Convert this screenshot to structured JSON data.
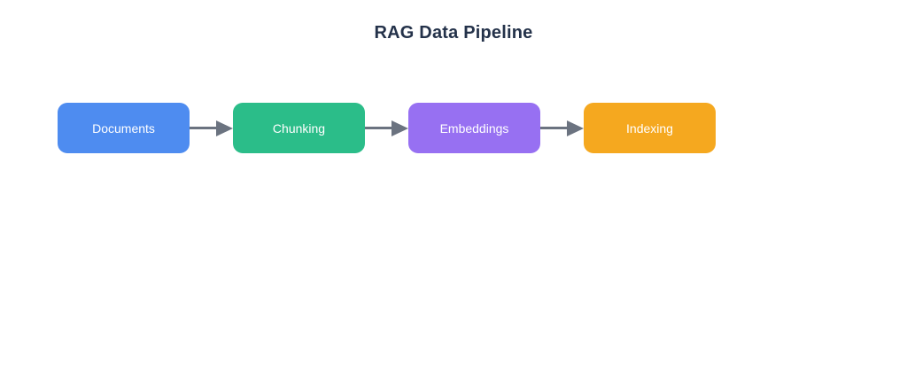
{
  "page": {
    "background_color": "#ffffff"
  },
  "title": {
    "text": "RAG Data Pipeline",
    "color": "#24324a"
  },
  "diagram": {
    "type": "flowchart-horizontal",
    "node_text_color": "#ffffff",
    "arrow_color": "#6b7380",
    "nodes": [
      {
        "label": "Documents",
        "color": "#4e8cf0"
      },
      {
        "label": "Chunking",
        "color": "#2bbd89"
      },
      {
        "label": "Embeddings",
        "color": "#9770f2"
      },
      {
        "label": "Indexing",
        "color": "#f5a81f"
      }
    ],
    "edges": [
      {
        "from": "Documents",
        "to": "Chunking"
      },
      {
        "from": "Chunking",
        "to": "Embeddings"
      },
      {
        "from": "Embeddings",
        "to": "Indexing"
      }
    ]
  }
}
